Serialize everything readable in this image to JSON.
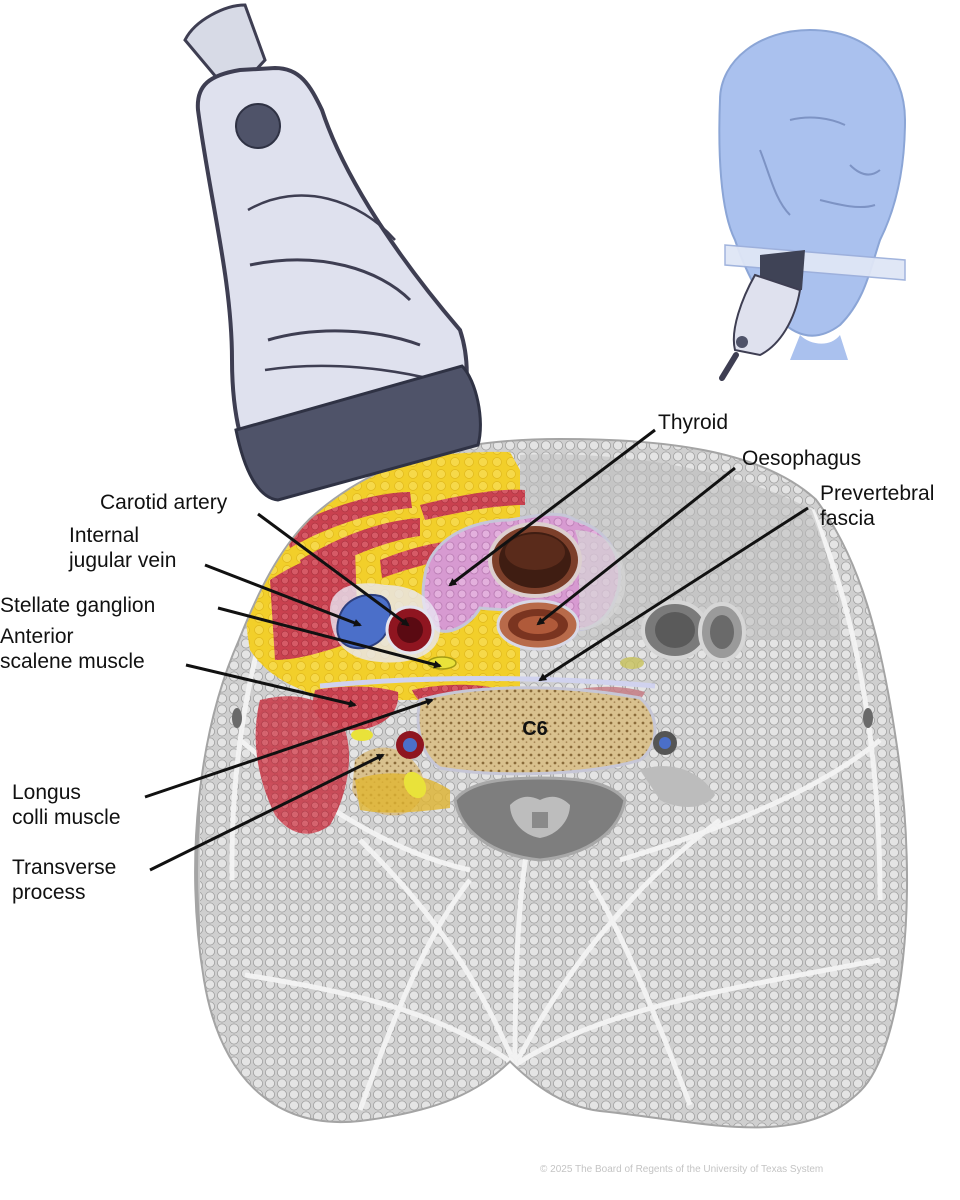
{
  "labels": {
    "thyroid": "Thyroid",
    "oesophagus": "Oesophagus",
    "prevertebral_fascia": "Prevertebral\nfascia",
    "carotid_artery": "Carotid artery",
    "internal_jugular_vein": "Internal\njugular vein",
    "stellate_ganglion": "Stellate ganglion",
    "anterior_scalene_muscle": "Anterior\nscalene muscle",
    "longus_colli_muscle": "Longus\ncolli muscle",
    "transverse_process": "Transverse\nprocess",
    "vertebra": "C6"
  },
  "copyright": "© 2025 The Board of Regents of the University of Texas System",
  "icons": {
    "probe": "ultrasound-probe-icon",
    "head": "head-orientation-icon"
  },
  "colors": {
    "skin_gray": "#c9c9c9",
    "fat_yellow": "#f2cf2a",
    "muscle_red": "#c9414f",
    "thyroid_pink": "#d79ad1",
    "bone_tan": "#d9c18e",
    "vein_blue": "#4b6fc9",
    "artery_red": "#8f1520",
    "probe_body": "#dfe1ee",
    "probe_head": "#4f5369",
    "head_blue": "#aac1ee"
  }
}
